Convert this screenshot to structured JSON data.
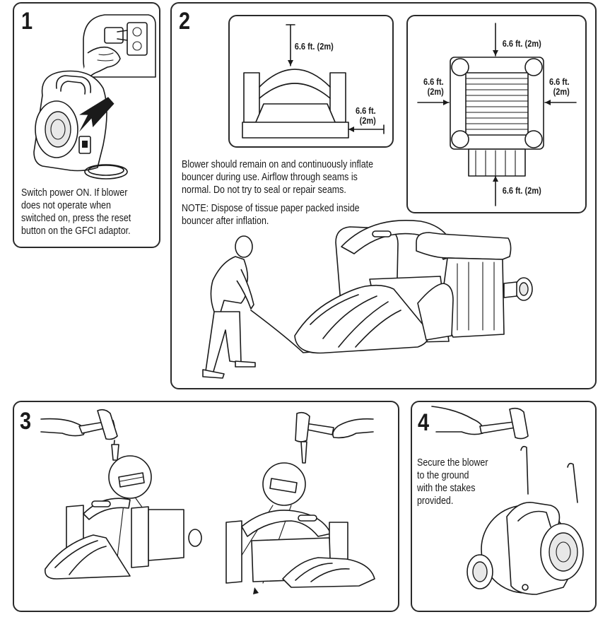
{
  "steps": [
    {
      "number": "1",
      "lines": [
        "Switch power ON. If blower",
        "does not operate when",
        "switched on, press the reset",
        "button on the GFCI adaptor."
      ]
    },
    {
      "number": "2",
      "lines": [
        "Blower should remain on and continuously inflate",
        "bouncer during use. Airflow through seams is",
        "normal. Do not try to seal or repair seams."
      ],
      "note_lines": [
        "NOTE: Dispose of tissue paper packed inside",
        "bouncer after inflation."
      ],
      "clearance": {
        "front_top": "6.6 ft. (2m)",
        "front_side": [
          "6.6 ft.",
          "(2m)"
        ],
        "top_top": "6.6 ft. (2m)",
        "top_left": [
          "6.6 ft.",
          "(2m)"
        ],
        "top_right": [
          "6.6 ft.",
          "(2m)"
        ],
        "top_bottom": "6.6 ft. (2m)"
      }
    },
    {
      "number": "3"
    },
    {
      "number": "4",
      "lines": [
        "Secure the blower",
        "to the  ground",
        "with the stakes",
        "provided."
      ]
    }
  ]
}
